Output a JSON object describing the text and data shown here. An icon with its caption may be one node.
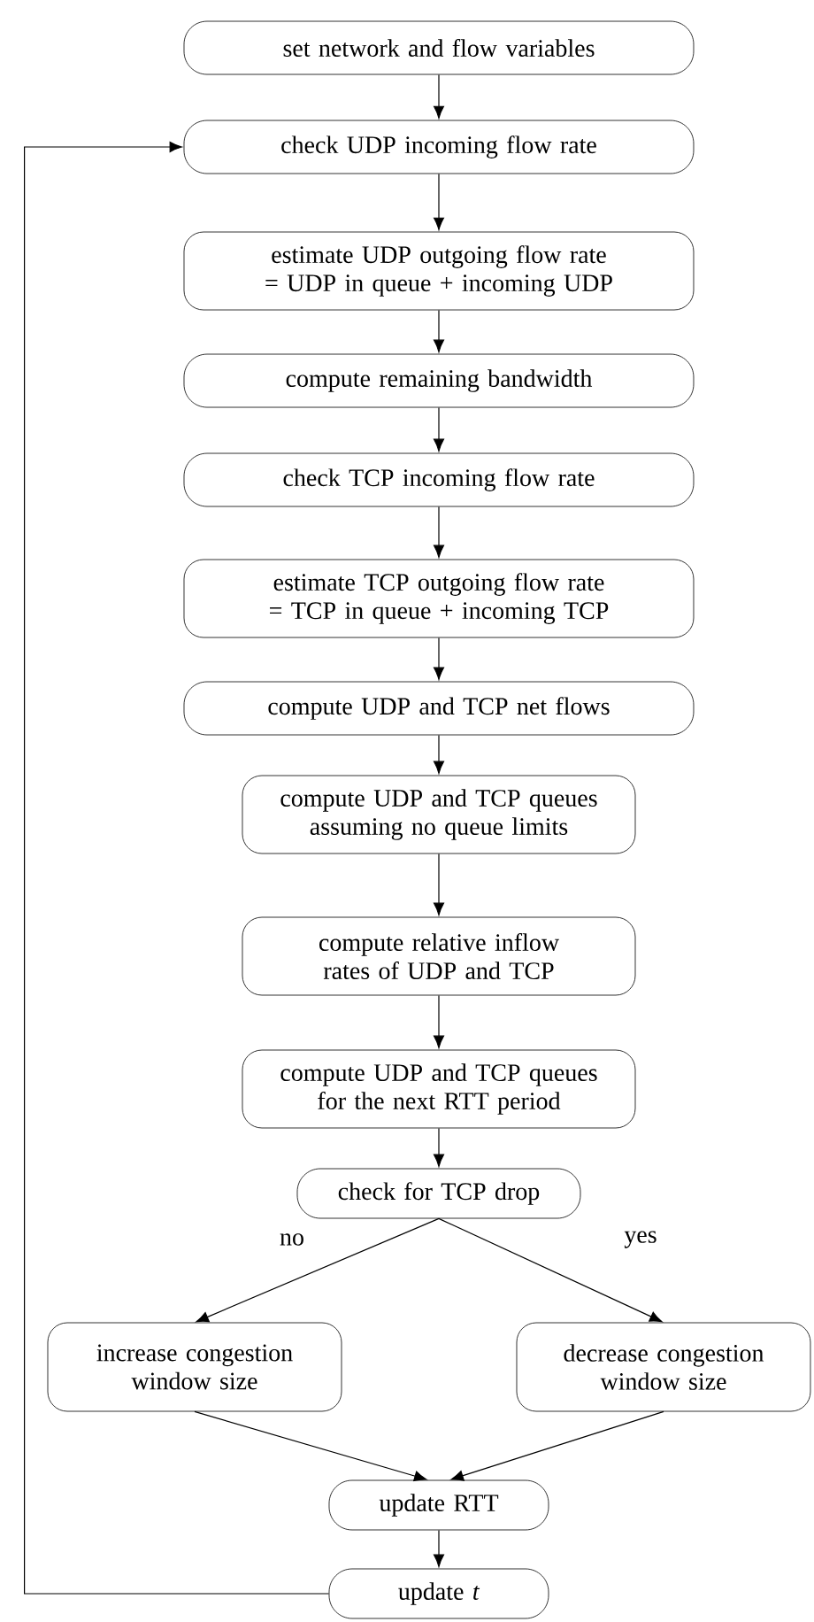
{
  "diagram": {
    "nodes": [
      {
        "text": [
          "set network and flow variables"
        ]
      },
      {
        "text": [
          "check UDP incoming flow rate"
        ]
      },
      {
        "text": [
          "estimate UDP outgoing flow rate = UDP in queue + incoming UDP"
        ]
      },
      {
        "text": [
          "compute remaining bandwidth"
        ]
      },
      {
        "text": [
          "check TCP incoming flow rate"
        ]
      },
      {
        "text": [
          "estimate TCP outgoing flow rate = TCP in queue + incoming TCP"
        ]
      },
      {
        "text": [
          "compute UDP and TCP net flows"
        ]
      },
      {
        "text": [
          "compute UDP and TCP queues assuming no queue limits"
        ]
      },
      {
        "text": [
          "compute relative inflow rates of UDP and TCP"
        ]
      },
      {
        "text": [
          "compute UDP and TCP queues for the next RTT period"
        ]
      },
      {
        "text": [
          "check for TCP drop"
        ]
      },
      {
        "text": [
          "increase congestion window size"
        ]
      },
      {
        "text": [
          "decrease congestion window size"
        ]
      },
      {
        "text": [
          "update RTT"
        ]
      },
      {
        "text": [
          "update *t*"
        ]
      }
    ],
    "edges": [
      {
        "from": 0,
        "to": 1,
        "arrow": "to"
      },
      {
        "from": 1,
        "to": 2,
        "arrow": "to"
      },
      {
        "from": 2,
        "to": 3,
        "arrow": "to"
      },
      {
        "from": 3,
        "to": 4,
        "arrow": "to"
      },
      {
        "from": 4,
        "to": 5,
        "arrow": "to"
      },
      {
        "from": 5,
        "to": 6,
        "arrow": "to"
      },
      {
        "from": 6,
        "to": 7,
        "arrow": "to"
      },
      {
        "from": 7,
        "to": 8,
        "arrow": "to"
      },
      {
        "from": 8,
        "to": 9,
        "arrow": "to"
      },
      {
        "from": 9,
        "to": 10,
        "arrow": "to"
      },
      {
        "from": 10,
        "to": 11,
        "arrow": "to",
        "label": "no"
      },
      {
        "from": 10,
        "to": 12,
        "arrow": "to",
        "label": "yes"
      },
      {
        "from": 11,
        "to": 13,
        "arrow": "to"
      },
      {
        "from": 12,
        "to": 13,
        "arrow": "to"
      },
      {
        "from": 13,
        "to": 14,
        "arrow": "to"
      },
      {
        "from": 14,
        "to": 1,
        "arrow": "to"
      }
    ]
  }
}
